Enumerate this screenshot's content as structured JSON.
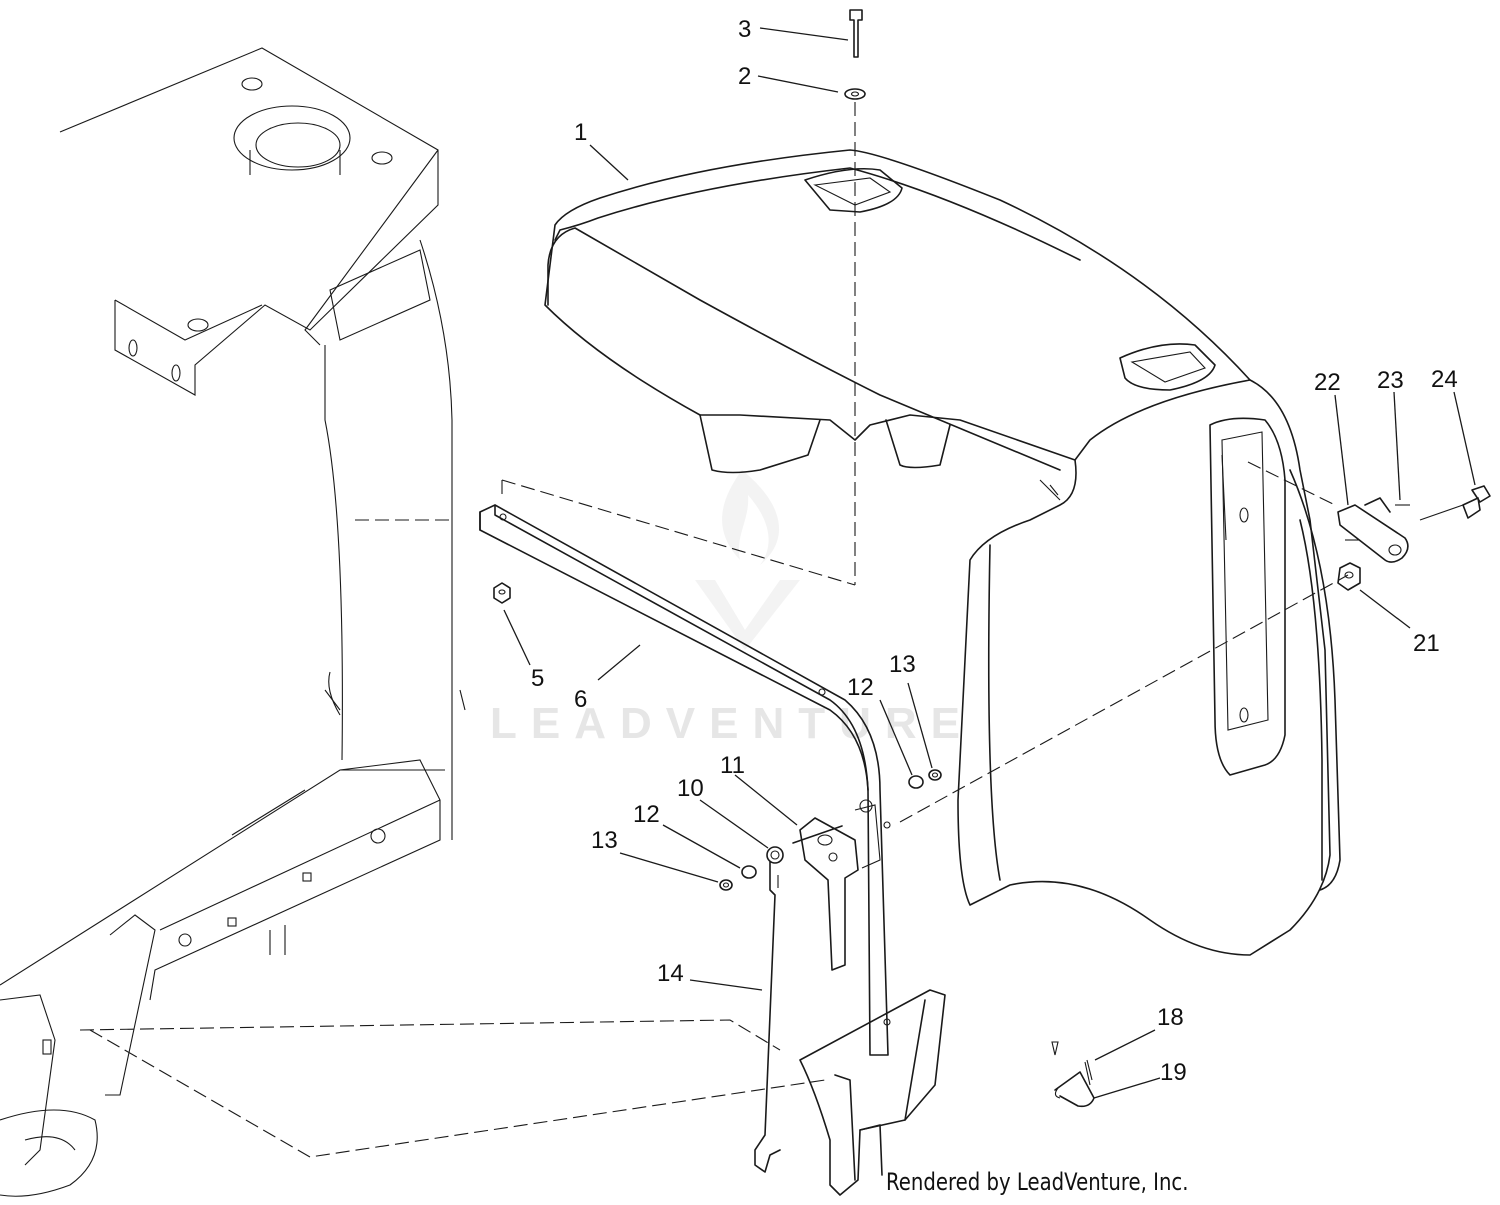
{
  "watermark": "LEADVENTURE",
  "credit": "Rendered by LeadVenture, Inc.",
  "callouts": [
    {
      "id": "1",
      "label": "1"
    },
    {
      "id": "2",
      "label": "2"
    },
    {
      "id": "3",
      "label": "3"
    },
    {
      "id": "5",
      "label": "5"
    },
    {
      "id": "6",
      "label": "6"
    },
    {
      "id": "10",
      "label": "10"
    },
    {
      "id": "11",
      "label": "11"
    },
    {
      "id": "12a",
      "label": "12"
    },
    {
      "id": "12b",
      "label": "12"
    },
    {
      "id": "13a",
      "label": "13"
    },
    {
      "id": "13b",
      "label": "13"
    },
    {
      "id": "14",
      "label": "14"
    },
    {
      "id": "18",
      "label": "18"
    },
    {
      "id": "19",
      "label": "19"
    },
    {
      "id": "21",
      "label": "21"
    },
    {
      "id": "22",
      "label": "22"
    },
    {
      "id": "23",
      "label": "23"
    },
    {
      "id": "24",
      "label": "24"
    }
  ]
}
